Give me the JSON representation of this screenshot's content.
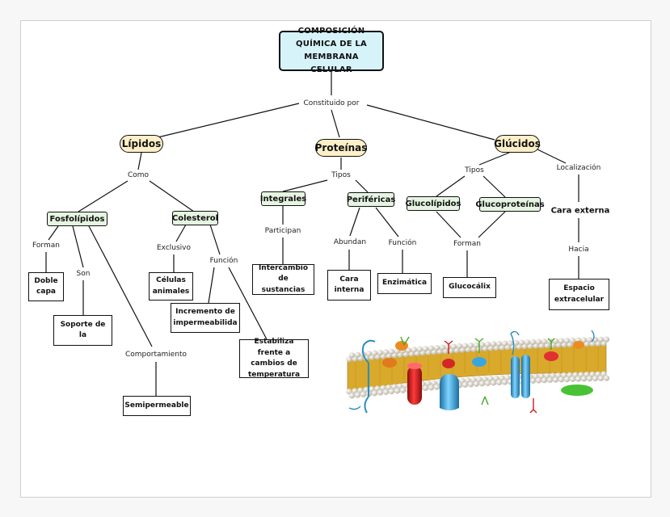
{
  "title": "Composición química de la membrana celular",
  "connector": {
    "text": "Constituido por"
  },
  "categories": {
    "lipidos": "Lípidos",
    "proteinas": "Proteínas",
    "glucidos": "Glúcidos"
  },
  "lipidos": {
    "link_como": "Como",
    "fosfolipidos": "Fosfolípidos",
    "colesterol": "Colesterol",
    "link_forman": "Forman",
    "doble_capa": "Doble capa",
    "link_son": "Son",
    "soporte": "Soporte de la",
    "link_comportamiento": "Comportamiento",
    "semipermeable": "Semipermeable",
    "link_exclusivo": "Exclusivo",
    "celulas_animales": "Células animales",
    "link_funcion": "Función",
    "incremento": "Incremento de impermeabilida",
    "estabiliza": "Estabiliza frente a cambios de temperatura"
  },
  "proteinas": {
    "link_tipos": "Tipos",
    "integrales": "Integrales",
    "perifericas": "Periféricas",
    "link_participan": "Participan",
    "intercambio": "Intercambio de sustancias",
    "link_abundan": "Abundan",
    "cara_interna": "Cara interna",
    "link_funcion": "Función",
    "enzimatica": "Enzimática"
  },
  "glucidos": {
    "link_tipos": "Tipos",
    "glucolipidos": "Glucolípidos",
    "glucoproteinas": "Glucoproteínas",
    "link_forman": "Forman",
    "glucocalix": "Glucocálix",
    "link_localizacion": "Localización",
    "cara_externa": "Cara externa",
    "link_hacia": "Hacia",
    "espacio": "Espacio extracelular"
  },
  "colors": {
    "title_fill": "#d6f3fa",
    "category_fill": "#fdf0c8",
    "subtype_fill": "#e6f4e2",
    "membrane_head": "#e8e2d4",
    "membrane_tail": "#e0b83a",
    "protein_red": "#d21a1a",
    "protein_blue": "#2f9fd8",
    "protein_green": "#4cc23a"
  }
}
